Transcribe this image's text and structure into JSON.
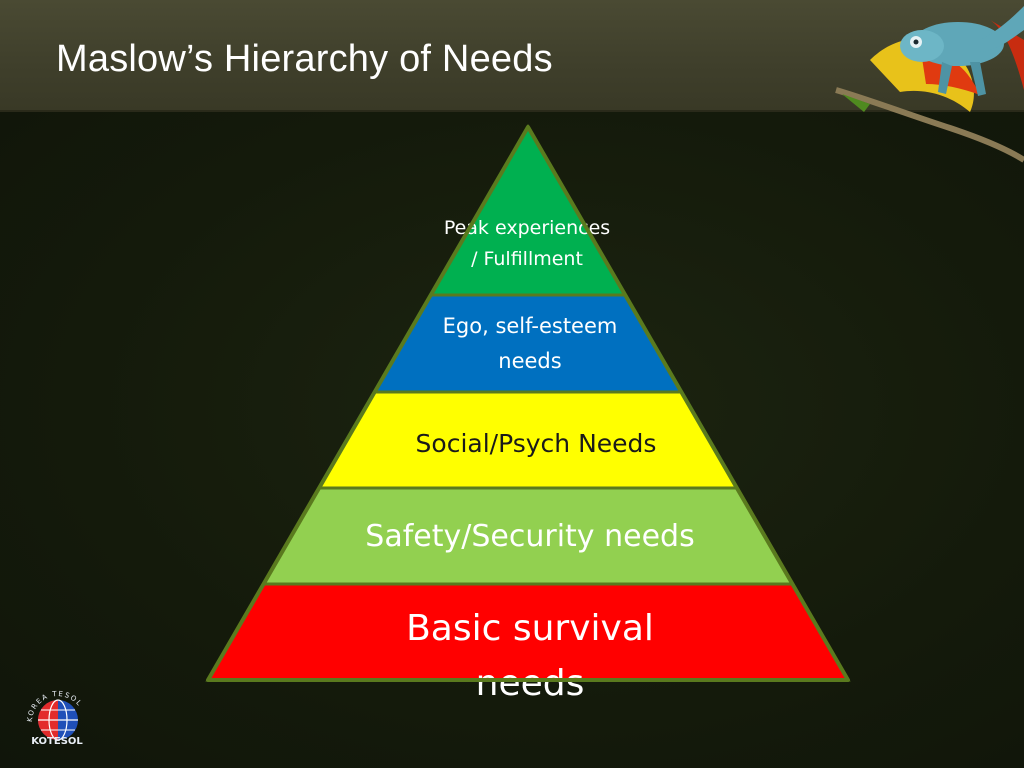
{
  "slide": {
    "title": "Maslow’s Hierarchy of Needs"
  },
  "pyramid": {
    "levels": [
      {
        "lines": [
          "Peak experiences",
          "/ Fulfillment"
        ],
        "color": "#00b050"
      },
      {
        "lines": [
          "Ego, self-esteem",
          "needs"
        ],
        "color": "#0070c0"
      },
      {
        "lines": [
          "Social/Psych Needs"
        ],
        "color": "#ffff00"
      },
      {
        "lines": [
          "Safety/Security needs"
        ],
        "color": "#92d050"
      },
      {
        "lines": [
          "Basic survival",
          "needs"
        ],
        "color": "#ff0000"
      }
    ],
    "outline_color": "#5a7a1e"
  },
  "logo": {
    "label": "KOTESOL",
    "ring_text": "KOREA TESOL"
  },
  "decoration": {
    "top_right_icon": "chameleon-icon",
    "logo_icon": "globe-logo-icon"
  }
}
